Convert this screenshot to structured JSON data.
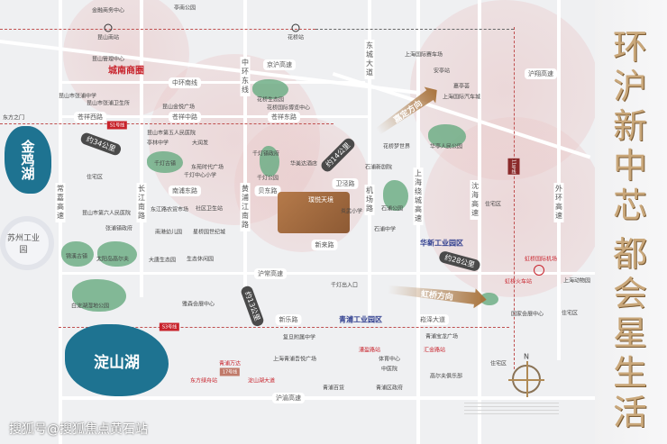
{
  "title": {
    "line1": [
      "环",
      "沪",
      "新",
      "中",
      "芯"
    ],
    "line2": [
      "都",
      "会",
      "星",
      "生",
      "活"
    ]
  },
  "project": {
    "name": "璞悦天境"
  },
  "lakes": {
    "jinji": "金鸡湖",
    "dianshan": "淀山湖"
  },
  "districts": {
    "chengnan": "城南商圈",
    "suzhou": "苏州工业园",
    "huaxin": "华新工业园区",
    "qingpu": "青浦工业园区"
  },
  "distances": {
    "d34": "约34公里",
    "d14": "约14公里",
    "d13": "约13公里",
    "d28": "约28公里"
  },
  "directions": {
    "jiading": "嘉定方向",
    "hongqiao": "虹桥方向"
  },
  "metro_lines": {
    "s1": "S1号线",
    "s3": "S3号线",
    "l17": "17号线",
    "l11": "11号线"
  },
  "roads": {
    "jinghu": "京沪高速",
    "zhonghuannan": "中环南线",
    "zhonghuandong": "中环东线",
    "cangxiangxi": "苍祥西路",
    "cangxiangzhong": "苍祥中路",
    "cangxiangdong": "苍祥东路",
    "changjia": "常嘉高速",
    "changjiangnan": "长江南路",
    "nanpudong": "南浦东路",
    "huangpujiangnan": "黄浦江南路",
    "beidong": "贝东路",
    "weijing": "卫泾路",
    "jichang": "机场路",
    "xinlai": "新来路",
    "huchang": "沪常高速",
    "xinle": "新乐路",
    "huyu": "沪渝高速",
    "dongcheng": "东城大道",
    "shanghairaocheng": "上海绕城高速",
    "shenhai": "沈海高速",
    "waihuan": "外环高速",
    "huxiang": "沪翔高速",
    "songze": "崧泽大道"
  },
  "pois": [
    {
      "t": "金融商务中心"
    },
    {
      "t": "亭南公园"
    },
    {
      "t": "昆山南站"
    },
    {
      "t": "花桥站"
    },
    {
      "t": "昆山管理中心"
    },
    {
      "t": "昆山市张浦中学"
    },
    {
      "t": "昆山市张浦卫生所"
    },
    {
      "t": "昆山金悦广场"
    },
    {
      "t": "花桥生态园"
    },
    {
      "t": "花桥国际博览中心"
    },
    {
      "t": "东方之门"
    },
    {
      "t": "昆山市第五人民医院"
    },
    {
      "t": "亭林中学"
    },
    {
      "t": "大润发"
    },
    {
      "t": "千灯古镇"
    },
    {
      "t": "东苑时代广场"
    },
    {
      "t": "千灯中心小学"
    },
    {
      "t": "住宅区"
    },
    {
      "t": "昆山市第六人民医院"
    },
    {
      "t": "东江路农贸市场"
    },
    {
      "t": "社区卫生站"
    },
    {
      "t": "千灯镇政府"
    },
    {
      "t": "千灯公园"
    },
    {
      "t": "华美达酒店"
    },
    {
      "t": "炎武小学"
    },
    {
      "t": "石浦中学"
    },
    {
      "t": "千灯出入口"
    },
    {
      "t": "上海国际赛车场"
    },
    {
      "t": "安亭站"
    },
    {
      "t": "嘉亭荟"
    },
    {
      "t": "上海国际汽车城"
    },
    {
      "t": "花桥梦世界"
    },
    {
      "t": "石浦新剧院"
    },
    {
      "t": "华亭人民公园"
    },
    {
      "t": "石浦公园"
    },
    {
      "t": "住宅区"
    },
    {
      "t": "虹桥国际机场"
    },
    {
      "t": "虹桥火车站"
    },
    {
      "t": "上海动物园"
    },
    {
      "t": "国家会展中心"
    },
    {
      "t": "住宅区"
    },
    {
      "t": "青浦宝龙广场"
    },
    {
      "t": "汇金路站"
    },
    {
      "t": "漕盈路站"
    },
    {
      "t": "体育中心"
    },
    {
      "t": "中医院"
    },
    {
      "t": "青浦区政府"
    },
    {
      "t": "青浦百货"
    },
    {
      "t": "高尔夫俱乐部"
    },
    {
      "t": "住宅区"
    },
    {
      "t": "复旦附属中学"
    },
    {
      "t": "青浦万达"
    },
    {
      "t": "东方绿舟站"
    },
    {
      "t": "淀山湖大道"
    },
    {
      "t": "上海青浦吾悦广场"
    },
    {
      "t": "张浦镇政府"
    },
    {
      "t": "锦溪古镇"
    },
    {
      "t": "太阳岛高尔夫"
    },
    {
      "t": "大唐生态园"
    },
    {
      "t": "生态休闲园"
    },
    {
      "t": "南港幼儿园"
    },
    {
      "t": "星桥园世纪城"
    },
    {
      "t": "白淀湖湿地公园"
    },
    {
      "t": "雅森会展中心"
    }
  ],
  "compass": {
    "n": "N"
  },
  "watermark": "搜狐号@搜狐焦点黄石站"
}
